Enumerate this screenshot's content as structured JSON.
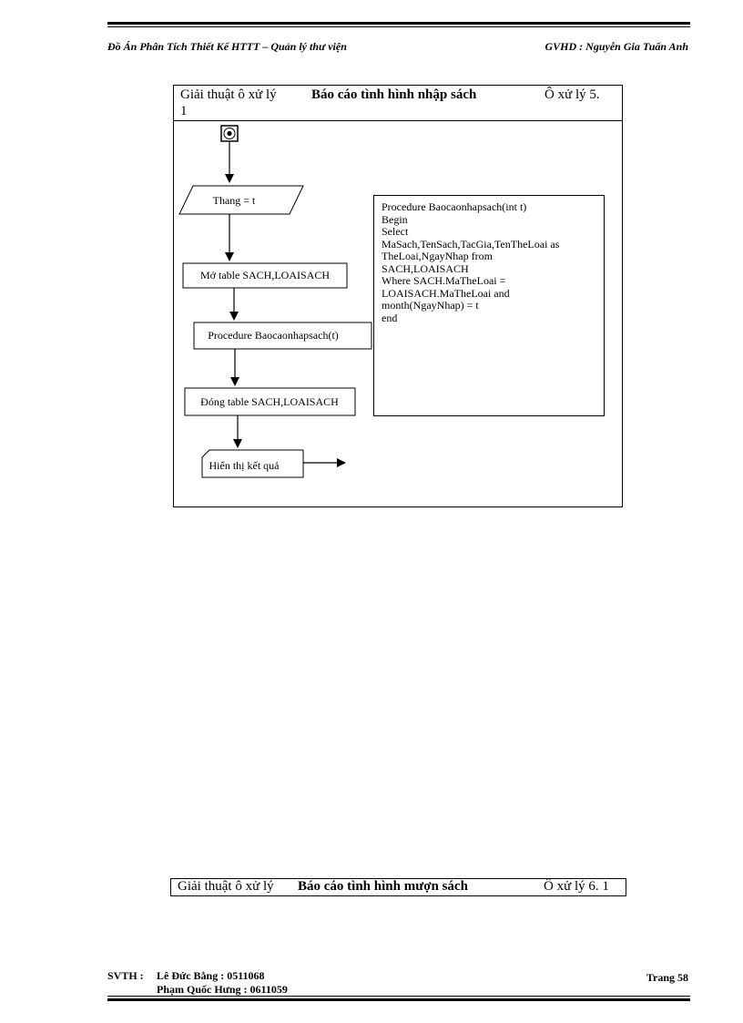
{
  "header": {
    "left_text": "Đồ Án  Phân Tích Thiết Kế HTTT  – Quản lý thư viện",
    "right_text": "GVHD  : Nguyễn Gia Tuấn Anh"
  },
  "algorithm_1": {
    "label": "Giải  thuật  ô xử lý",
    "title": "Báo cáo tình hình nhập sách",
    "code_a": "Ô xử lý 5.",
    "code_b": "1",
    "flow": {
      "input": "Thang = t",
      "open_table": "Mở table SACH,LOAISACH",
      "call_procedure": "Procedure Baocaonhapsach(t)",
      "close_table": "Đóng table  SACH,LOAISACH",
      "display": "Hiển thị kết quả"
    },
    "procedure_lines": [
      "Procedure Baocaonhapsach(int t)",
      "Begin",
      "Select",
      "MaSach,TenSach,TacGia,TenTheLoai as",
      "TheLoai,NgayNhap from",
      "SACH,LOAISACH",
      "Where SACH.MaTheLoai =",
      "LOAISACH.MaTheLoai and",
      "month(NgayNhap) = t",
      "end"
    ]
  },
  "algorithm_2": {
    "label": "Giải  thuật  ô xử lý",
    "title": "Báo cáo tình hình mượn sách",
    "code": "Ô xử lý 6. 1"
  },
  "footer": {
    "svth_label": "SVTH :",
    "student_1": "Lê Đức Bằng : 0511068",
    "student_2": "Phạm Quốc Hưng : 0611059",
    "page": "Trang  58"
  }
}
